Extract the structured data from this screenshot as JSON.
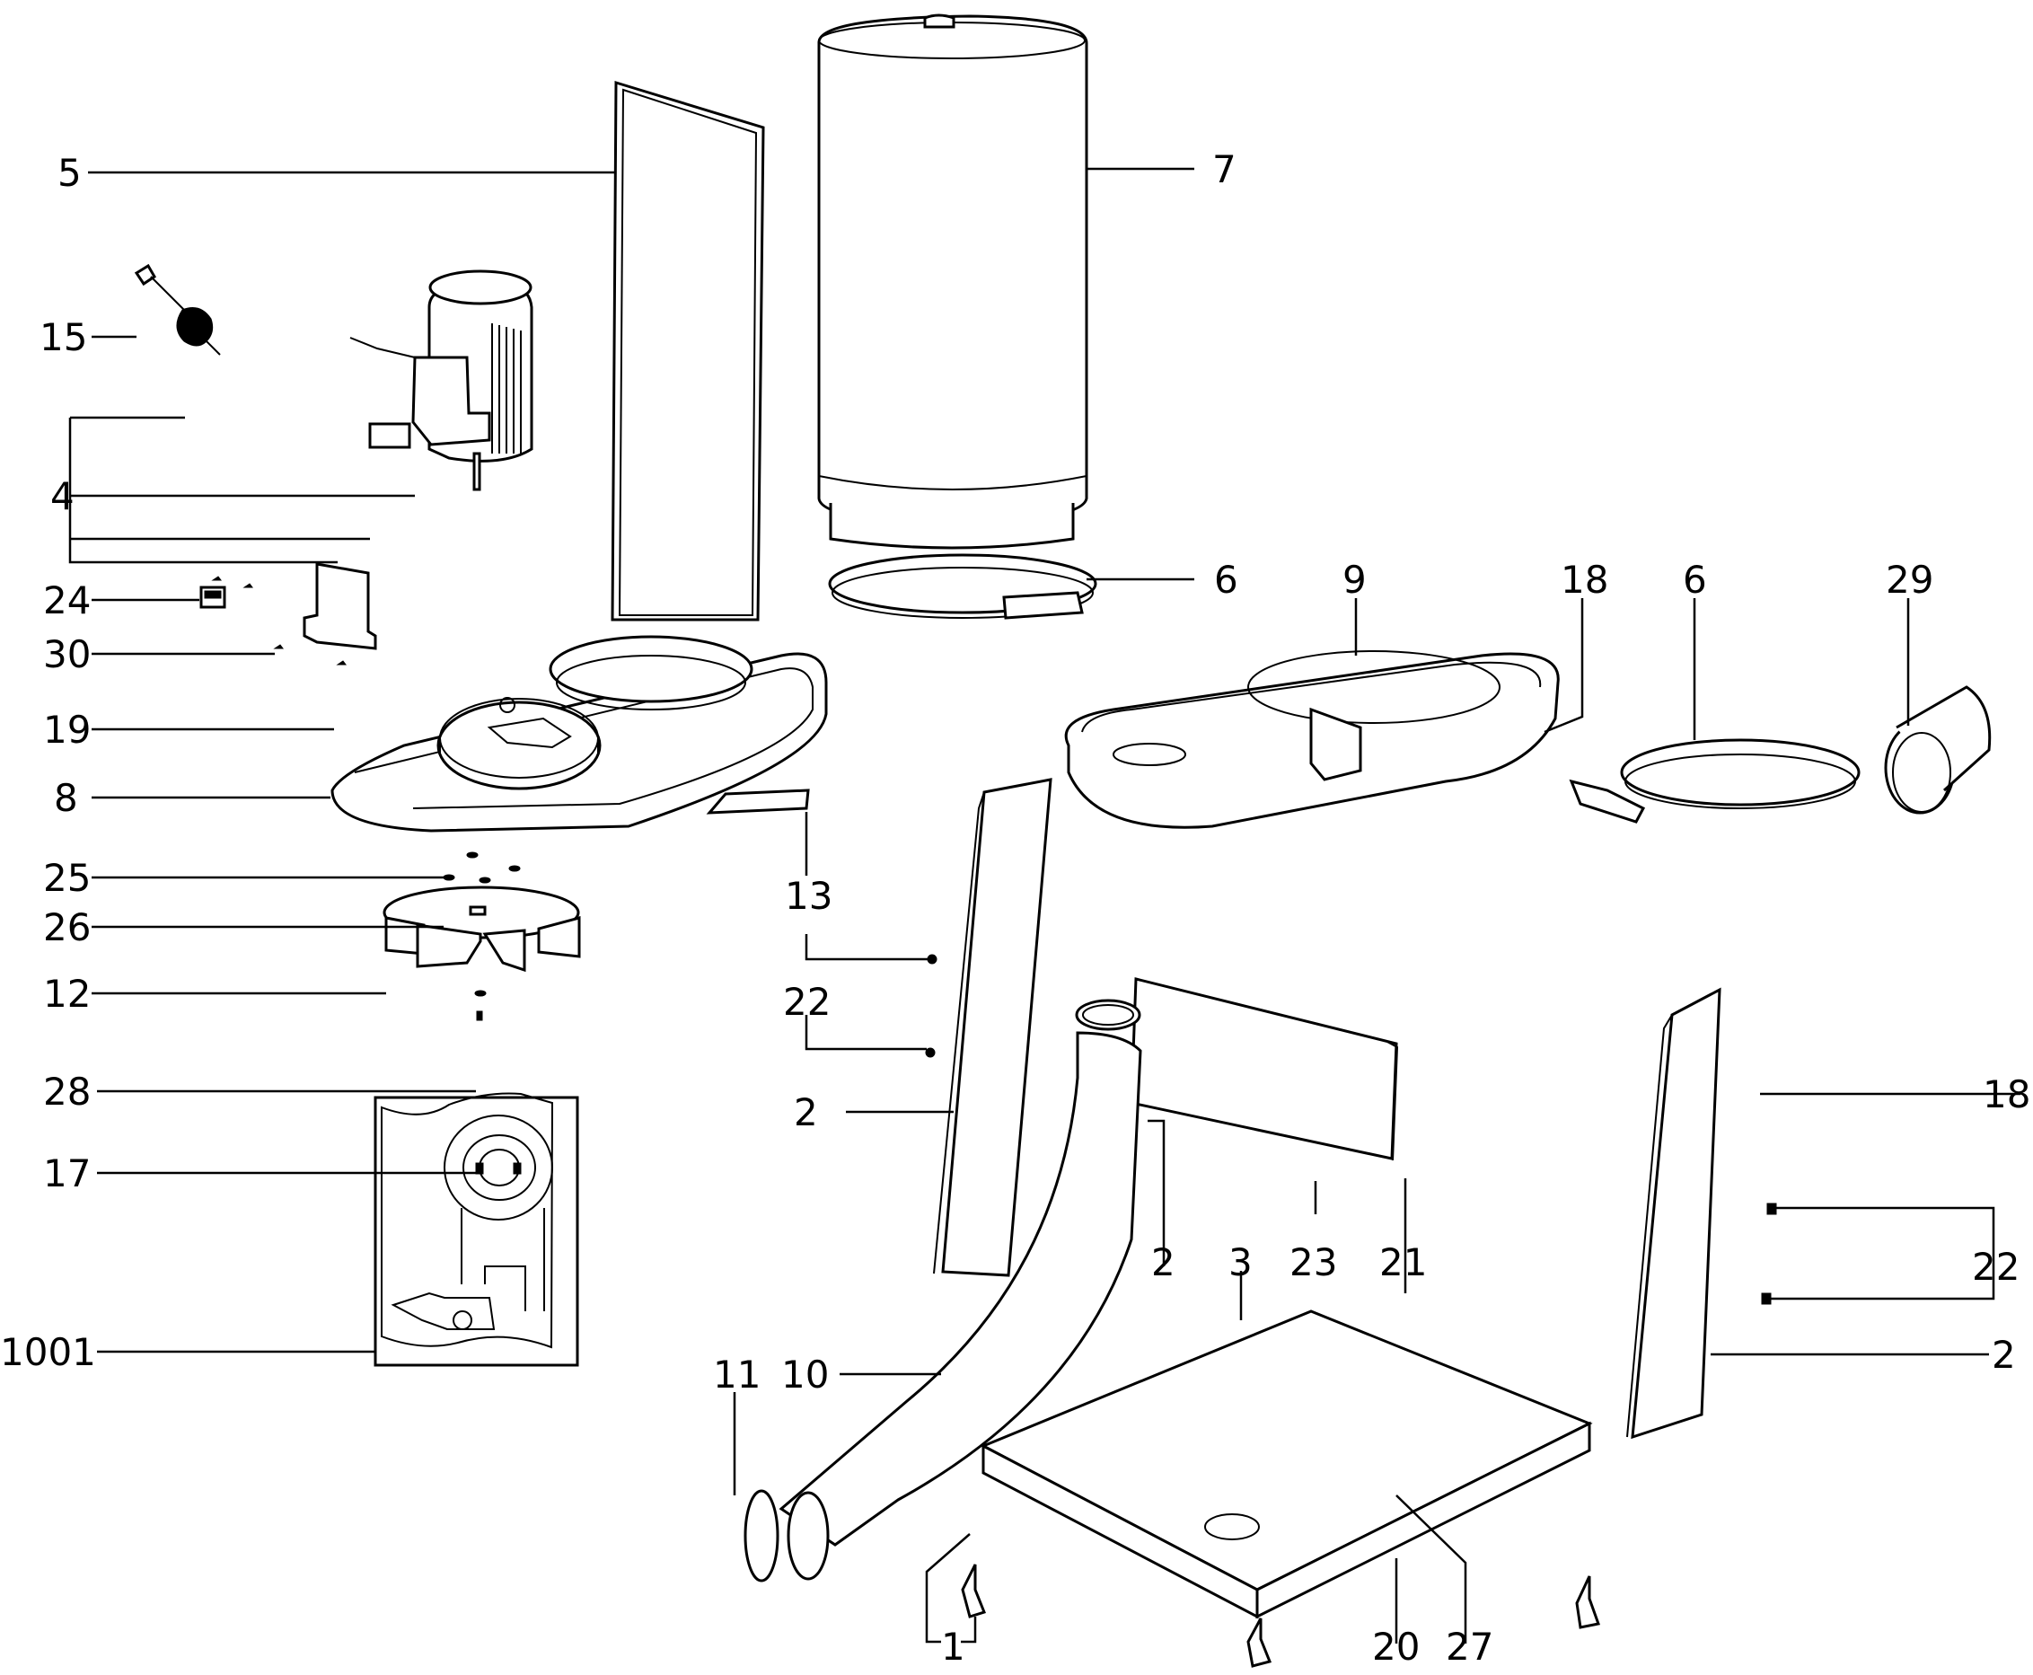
{
  "title": "Dust extractor exploded parts diagram",
  "callouts": [
    {
      "id": "c5",
      "number": "5",
      "part": "filter-gasket-frame"
    },
    {
      "id": "c7",
      "number": "7",
      "part": "filter-bag"
    },
    {
      "id": "c15",
      "number": "15",
      "part": "power-cord"
    },
    {
      "id": "c4",
      "number": "4",
      "part": "motor-assembly"
    },
    {
      "id": "c24",
      "number": "24",
      "part": "switch"
    },
    {
      "id": "c30",
      "number": "30",
      "part": "screw"
    },
    {
      "id": "c6a",
      "number": "6",
      "part": "hose-clamp-ring-upper"
    },
    {
      "id": "c9",
      "number": "9",
      "part": "collector-housing"
    },
    {
      "id": "c18a",
      "number": "18",
      "part": "nut-housing"
    },
    {
      "id": "c6b",
      "number": "6",
      "part": "hose-clamp-ring-lower"
    },
    {
      "id": "c29",
      "number": "29",
      "part": "inlet-adapter"
    },
    {
      "id": "c19",
      "number": "19",
      "part": "bolt"
    },
    {
      "id": "c8",
      "number": "8",
      "part": "motor-plate"
    },
    {
      "id": "c13",
      "number": "13",
      "part": "label-plate"
    },
    {
      "id": "c25",
      "number": "25",
      "part": "washer"
    },
    {
      "id": "c26",
      "number": "26",
      "part": "screw"
    },
    {
      "id": "c12",
      "number": "12",
      "part": "impeller"
    },
    {
      "id": "c22a",
      "number": "22",
      "part": "carriage-bolt-left"
    },
    {
      "id": "c2a",
      "number": "2",
      "part": "side-panel-left"
    },
    {
      "id": "c28",
      "number": "28",
      "part": "washer-small"
    },
    {
      "id": "c17",
      "number": "17",
      "part": "impeller-screw"
    },
    {
      "id": "c2b",
      "number": "2",
      "part": "back-panel"
    },
    {
      "id": "c3",
      "number": "3",
      "part": "base-plate"
    },
    {
      "id": "c23",
      "number": "23",
      "part": "nut"
    },
    {
      "id": "c21",
      "number": "21",
      "part": "nut-base"
    },
    {
      "id": "c18b",
      "number": "18",
      "part": "nut-panel"
    },
    {
      "id": "c22b",
      "number": "22",
      "part": "carriage-bolt-right"
    },
    {
      "id": "c2c",
      "number": "2",
      "part": "side-panel-right"
    },
    {
      "id": "c1001",
      "number": "1001",
      "part": "wiring-diagram"
    },
    {
      "id": "c11",
      "number": "11",
      "part": "hose-clamp"
    },
    {
      "id": "c10",
      "number": "10",
      "part": "flexible-hose"
    },
    {
      "id": "c1",
      "number": "1",
      "part": "caster"
    },
    {
      "id": "c20",
      "number": "20",
      "part": "bolt-base"
    },
    {
      "id": "c27",
      "number": "27",
      "part": "washer-base"
    }
  ]
}
